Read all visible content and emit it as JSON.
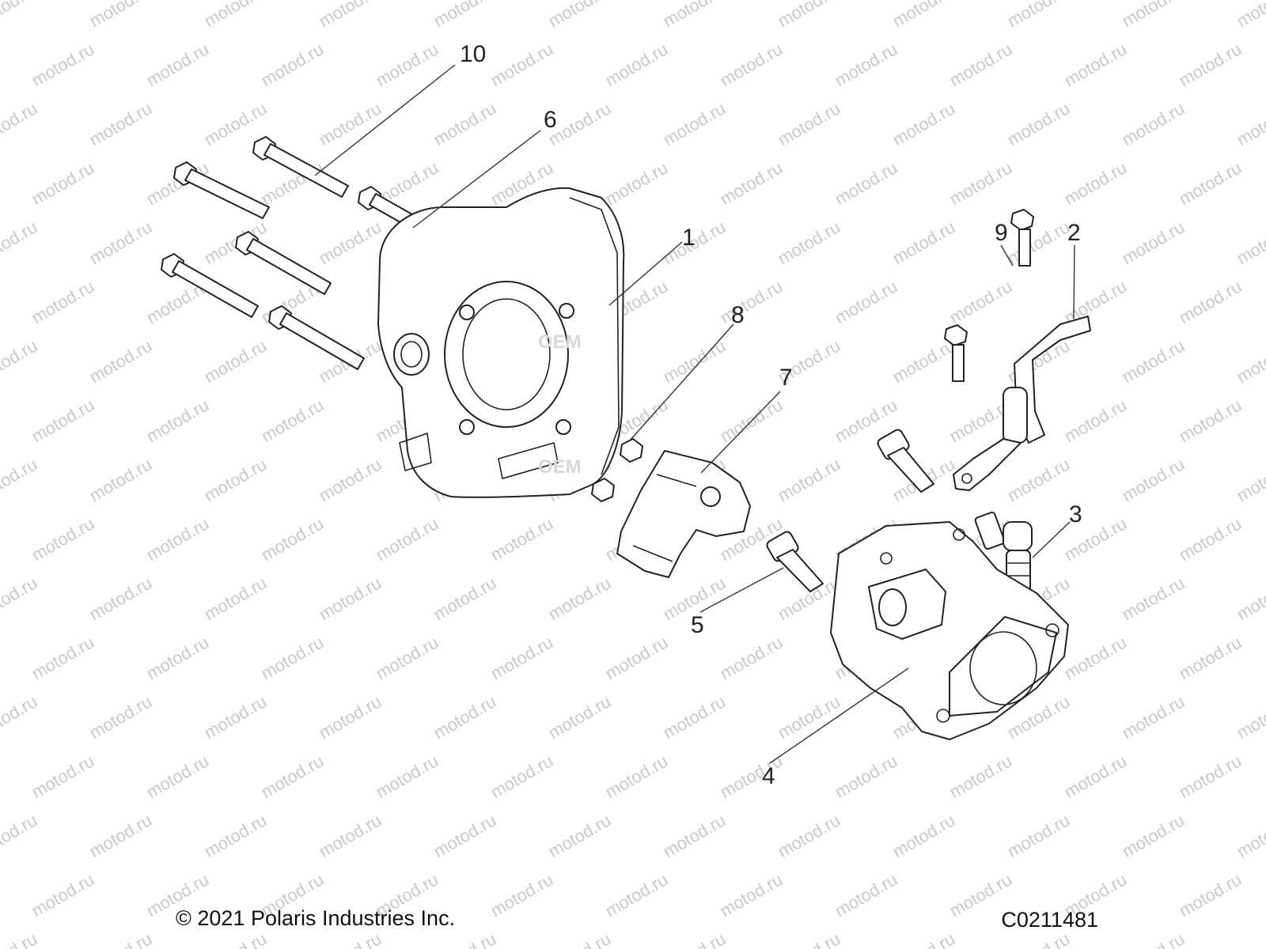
{
  "watermark": "motod.ru",
  "oem_mark": "OEM",
  "callouts": [
    "10",
    "6",
    "1",
    "8",
    "7",
    "9",
    "2",
    "3",
    "5",
    "4"
  ],
  "footer": {
    "copyright": "© 2021 Polaris Industries Inc.",
    "drawing_id": "C0211481"
  }
}
